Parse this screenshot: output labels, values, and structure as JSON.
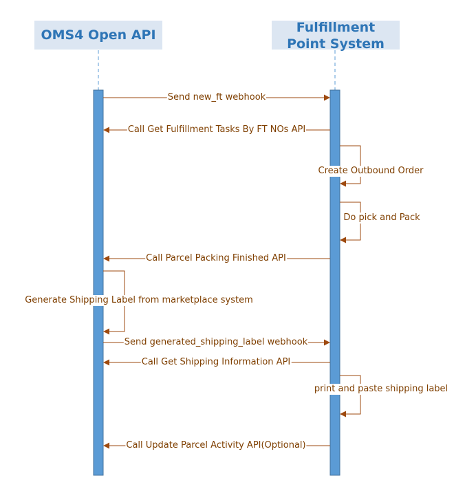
{
  "participants": {
    "oms": "OMS4 Open API",
    "fps": "Fulfillment Point System"
  },
  "messages": [
    {
      "label": "Send new_ft webhook",
      "from": "oms",
      "to": "fps"
    },
    {
      "label": "Call Get Fulfillment Tasks By FT NOs API",
      "from": "fps",
      "to": "oms"
    },
    {
      "label": "Create Outbound Order",
      "from": "fps",
      "to": "fps"
    },
    {
      "label": "Do pick and Pack",
      "from": "fps",
      "to": "fps"
    },
    {
      "label": "Call Parcel Packing Finished API",
      "from": "fps",
      "to": "oms"
    },
    {
      "label": "Generate Shipping Label from marketplace system",
      "from": "oms",
      "to": "oms"
    },
    {
      "label": "Send generated_shipping_label webhook",
      "from": "oms",
      "to": "fps"
    },
    {
      "label": "Call Get Shipping Information API",
      "from": "fps",
      "to": "oms"
    },
    {
      "label": "print and paste shipping label",
      "from": "fps",
      "to": "fps"
    },
    {
      "label": "Call Update Parcel Activity API(Optional)",
      "from": "fps",
      "to": "oms"
    }
  ],
  "colors": {
    "participant_bg": "#dce6f2",
    "participant_text": "#2e75b6",
    "activation": "#5b9bd5",
    "activation_border": "#41719c",
    "lifeline": "#5b9bd5",
    "message": "#9e4a0f",
    "label": "#7f3f00"
  }
}
